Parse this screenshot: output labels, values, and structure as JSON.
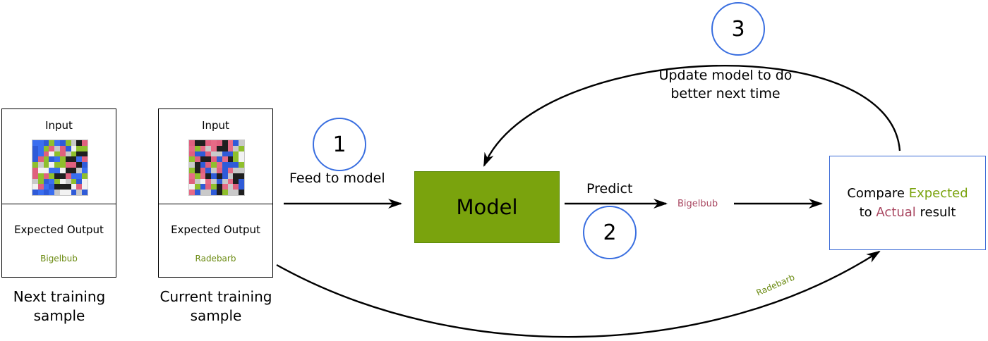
{
  "colors": {
    "model_fill": "#7aa30d",
    "step_circle": "#3a6fe0",
    "compare_border": "#3a6ad6",
    "expected_text": "#7aa30d",
    "actual_text": "#a8455f",
    "label_green": "#6a8a10",
    "predicted_red": "#a8455f"
  },
  "samples": [
    {
      "input_label": "Input",
      "expected_output_label": "Expected Output",
      "expected_value": "Bigelbub",
      "caption_line1": "Next training",
      "caption_line2": "sample"
    },
    {
      "input_label": "Input",
      "expected_output_label": "Expected Output",
      "expected_value": "Radebarb",
      "caption_line1": "Current training",
      "caption_line2": "sample"
    }
  ],
  "steps": [
    {
      "number": "1",
      "label": "Feed to model"
    },
    {
      "number": "2",
      "label": "Predict"
    },
    {
      "number": "3",
      "label_line1": "Update model to do",
      "label_line2": "better next time"
    }
  ],
  "model": {
    "label": "Model"
  },
  "prediction": {
    "value": "Bigelbub"
  },
  "compare": {
    "word_compare": "Compare",
    "word_expected": "Expected",
    "word_to": "to",
    "word_actual": "Actual",
    "word_result": "result"
  },
  "bottom_arrow_label": "Radebarb"
}
